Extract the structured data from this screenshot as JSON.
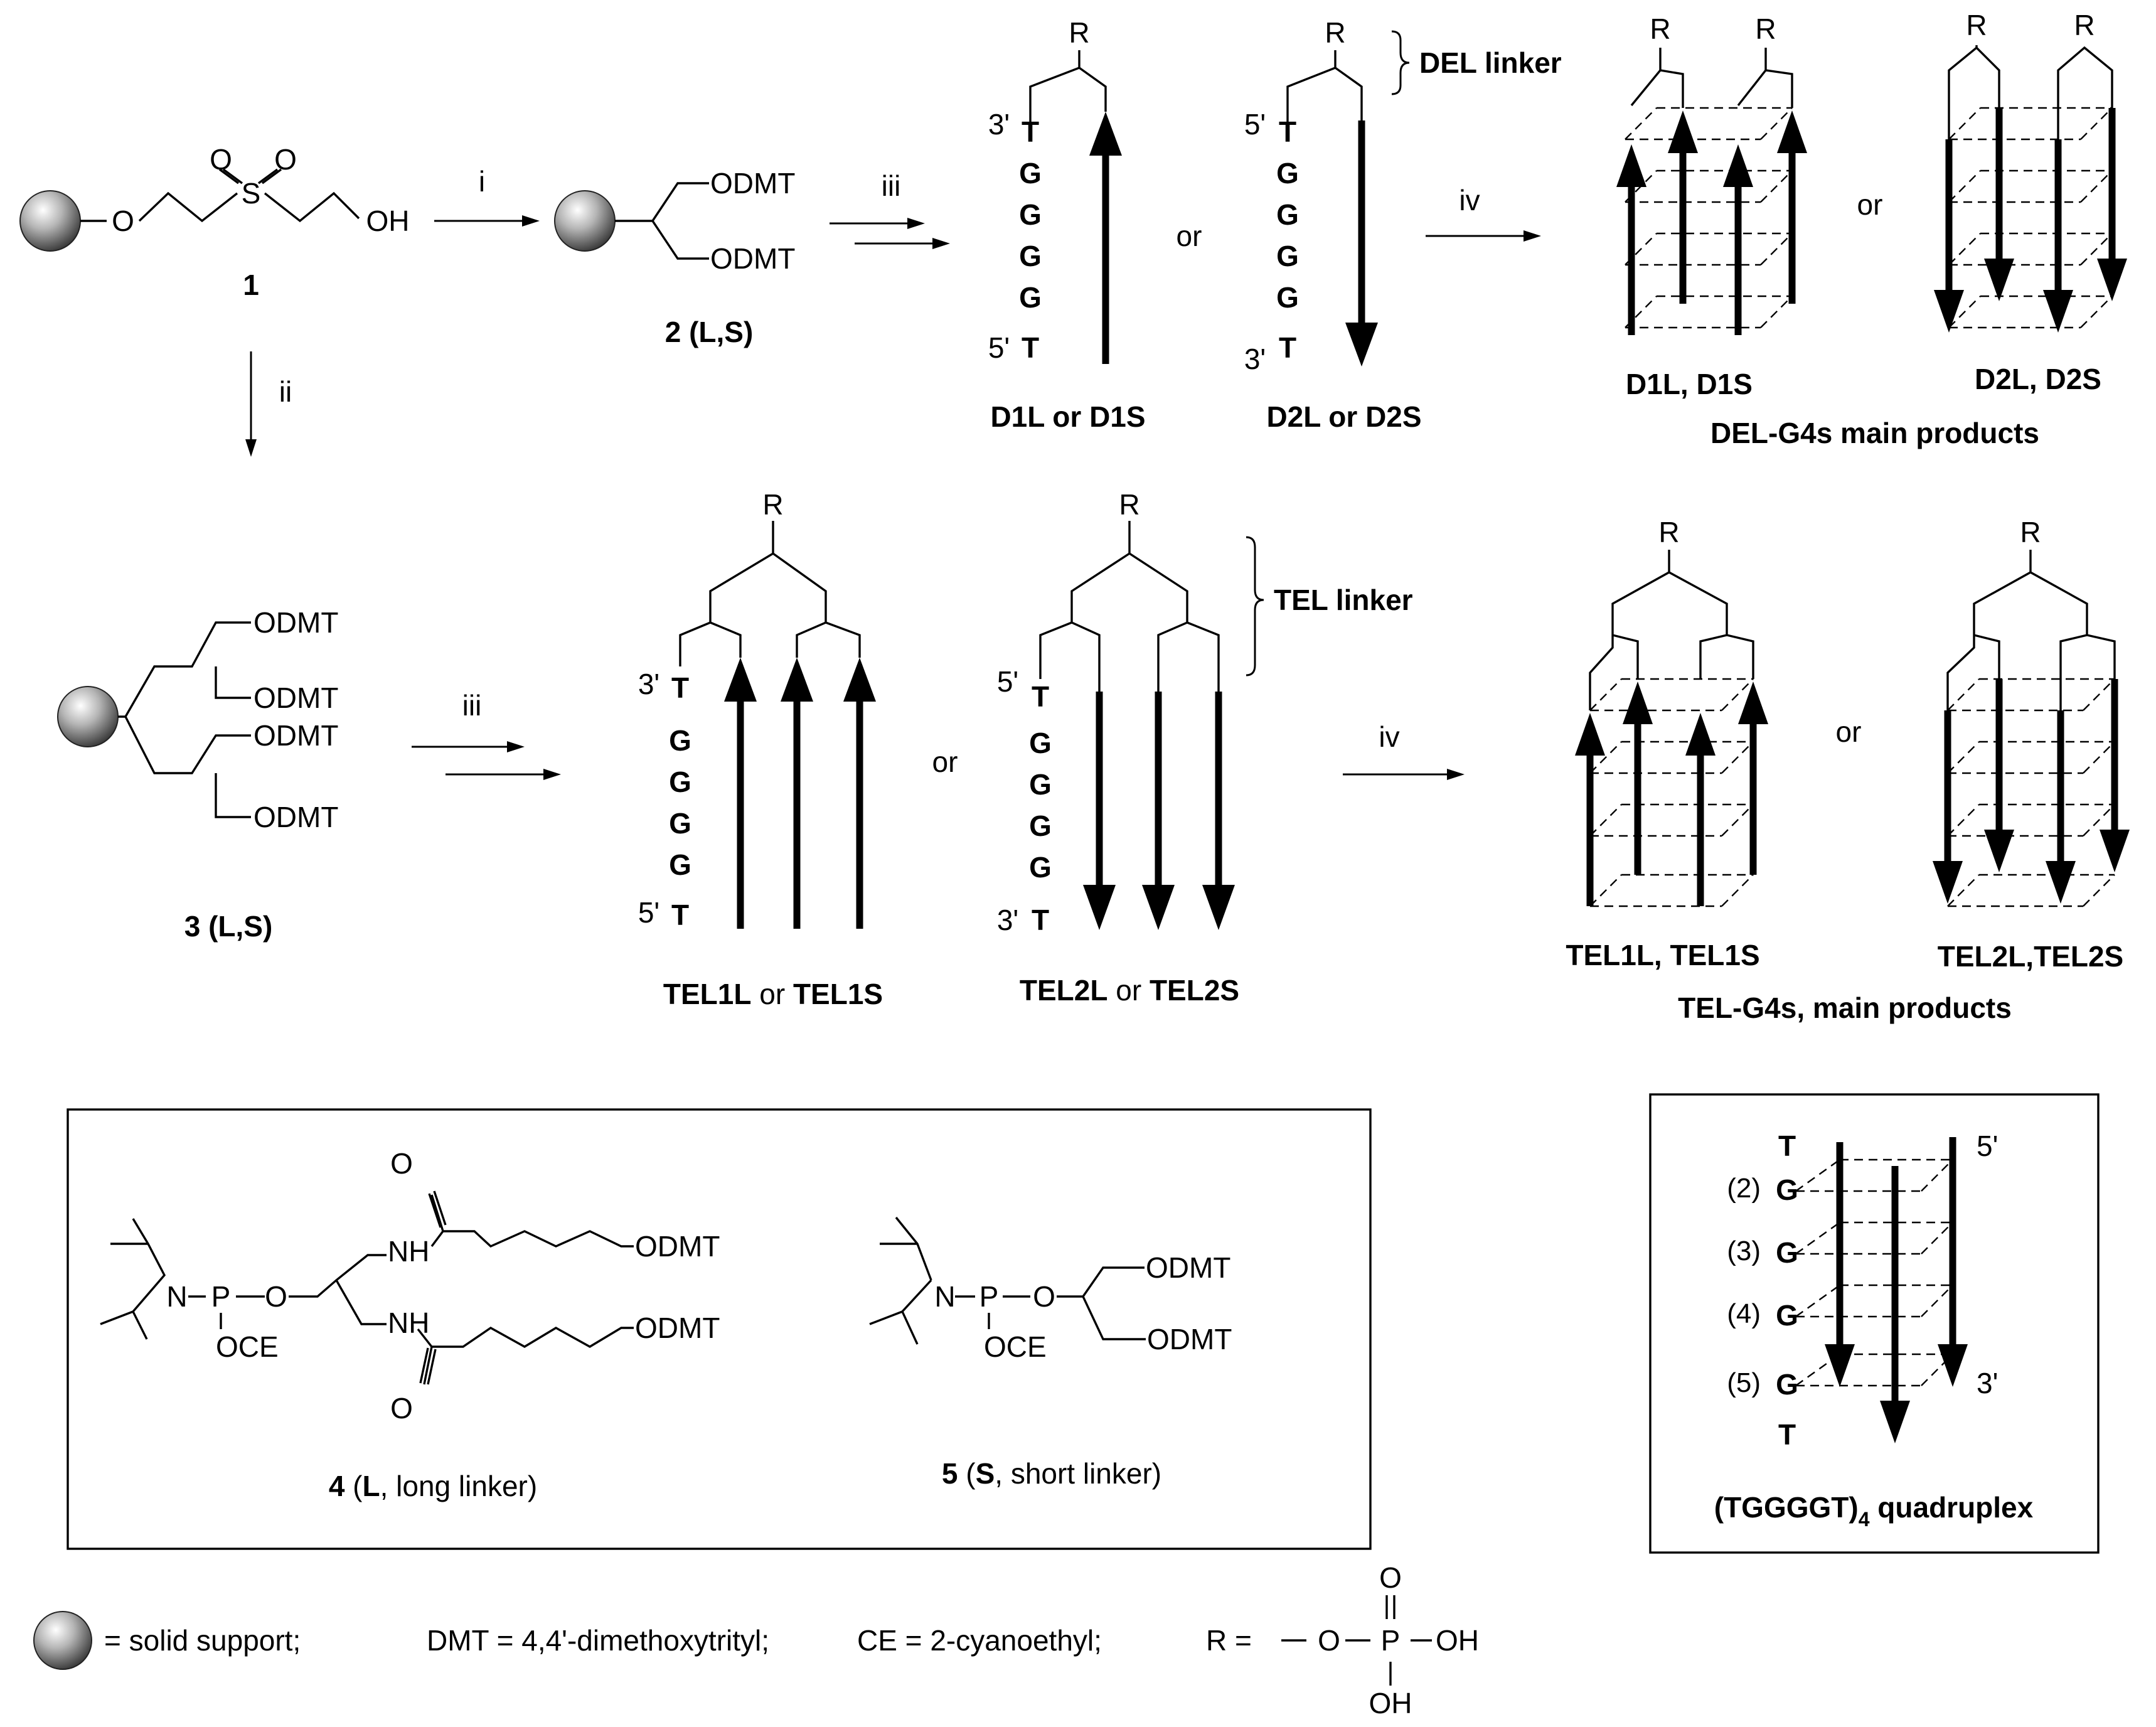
{
  "colors": {
    "ink": "#000000",
    "background": "#ffffff",
    "bead": "#9a9a9a"
  },
  "compounds": {
    "c1": {
      "number": "1",
      "O": "O",
      "S": "S",
      "O1": "O",
      "O2": "O",
      "OH": "OH"
    },
    "c2": {
      "label": "2 (L,S)",
      "ODMT": "ODMT"
    },
    "c3": {
      "label": "3 (L,S)",
      "ODMT": "ODMT"
    },
    "c4": {
      "number": "4",
      "label_open": " (",
      "letter": "L",
      "label_rest": ", long linker)",
      "N": "N",
      "P": "P",
      "O": "O",
      "OCE": "OCE",
      "NH": "NH",
      "carbonyl_O": "O",
      "ODMT": "ODMT"
    },
    "c5": {
      "number": "5",
      "label_open": " (",
      "letter": "S",
      "label_rest": ", short linker)",
      "N": "N",
      "P": "P",
      "O": "O",
      "OCE": "OCE",
      "ODMT": "ODMT"
    }
  },
  "steps": {
    "i": "i",
    "ii": "ii",
    "iii": "iii",
    "iv": "iv"
  },
  "connector_or": "or",
  "strand": {
    "prime3": "3'",
    "prime5": "5'",
    "T": "T",
    "G": "G",
    "R": "R",
    "del_linker": "DEL linker",
    "tel_linker": "TEL linker"
  },
  "labels": {
    "d1": "D1L or D1S",
    "d2": "D2L or D2S",
    "d1_products": "D1L, D1S",
    "d2_products": "D2L, D2S",
    "del_main": "DEL-G4s main products",
    "tel1_a": "TEL1L",
    "tel1_or": " or ",
    "tel1_b": "TEL1S",
    "tel2_a": "TEL2L",
    "tel2_or": " or ",
    "tel2_b": "TEL2S",
    "tel1_products": "TEL1L, TEL1S",
    "tel2_products": "TEL2L,TEL2S",
    "tel_main": "TEL-G4s, main products"
  },
  "quadruplex": {
    "T": "T",
    "G": "G",
    "positions": [
      "(2)",
      "(3)",
      "(4)",
      "(5)"
    ],
    "prime5": "5'",
    "prime3": "3'",
    "caption_main": "(TGGGGT)",
    "caption_sub": "4",
    "caption_rest": " quadruplex"
  },
  "legend": {
    "solid_support": "= solid support;",
    "dmt": "DMT = 4,4'-dimethoxytrityl;",
    "ce": "CE = 2-cyanoethyl;",
    "r_eq": "R =",
    "O": "O",
    "P": "P",
    "OH": "OH"
  }
}
